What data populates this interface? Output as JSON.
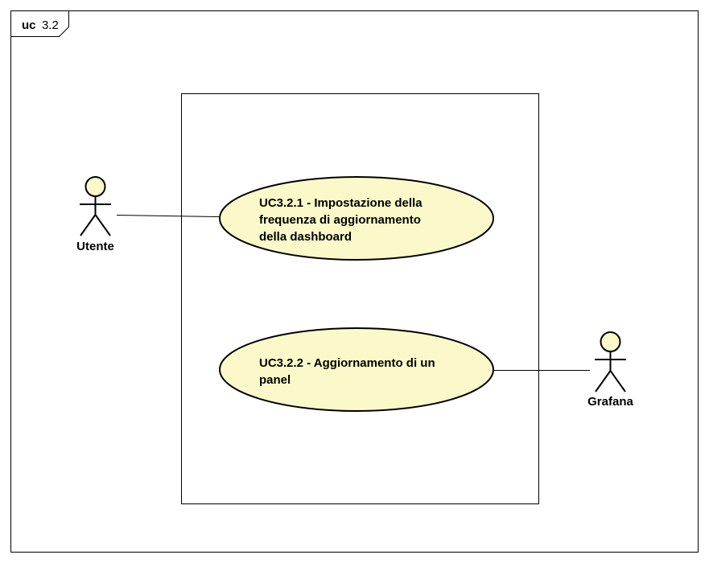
{
  "frame": {
    "keyword": "uc",
    "name": "3.2"
  },
  "colors": {
    "usecase_fill": "#FBF9C9",
    "actor_head_fill": "#FBF9C9",
    "line": "#000000",
    "background": "#FFFFFF"
  },
  "actors": [
    {
      "id": "utente",
      "label": "Utente"
    },
    {
      "id": "grafana",
      "label": "Grafana"
    }
  ],
  "usecases": [
    {
      "id": "uc321",
      "lines": [
        "UC3.2.1 - Impostazione della",
        "frequenza di aggiornamento",
        "della dashboard"
      ]
    },
    {
      "id": "uc322",
      "lines": [
        "UC3.2.2 - Aggiornamento di un",
        "panel"
      ]
    }
  ],
  "associations": [
    {
      "from": "utente",
      "to": "uc321"
    },
    {
      "from": "grafana",
      "to": "uc322"
    }
  ]
}
